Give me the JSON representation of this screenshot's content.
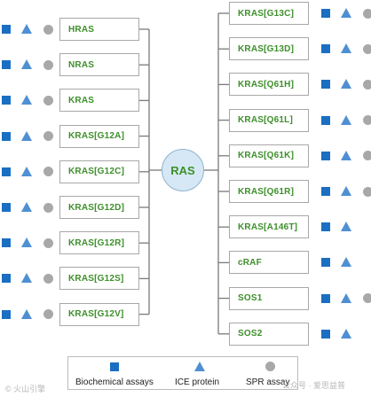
{
  "hub": {
    "label": "RAS"
  },
  "left_nodes": [
    {
      "label": "HRAS",
      "assays": [
        "biochemical",
        "ice",
        "spr"
      ]
    },
    {
      "label": "NRAS",
      "assays": [
        "biochemical",
        "ice",
        "spr"
      ]
    },
    {
      "label": "KRAS",
      "assays": [
        "biochemical",
        "ice",
        "spr"
      ]
    },
    {
      "label": "KRAS[G12A]",
      "assays": [
        "biochemical",
        "ice",
        "spr"
      ]
    },
    {
      "label": "KRAS[G12C]",
      "assays": [
        "biochemical",
        "ice",
        "spr"
      ]
    },
    {
      "label": "KRAS[G12D]",
      "assays": [
        "biochemical",
        "ice",
        "spr"
      ]
    },
    {
      "label": "KRAS[G12R]",
      "assays": [
        "biochemical",
        "ice",
        "spr"
      ]
    },
    {
      "label": "KRAS[G12S]",
      "assays": [
        "biochemical",
        "ice",
        "spr"
      ]
    },
    {
      "label": "KRAS[G12V]",
      "assays": [
        "biochemical",
        "ice",
        "spr"
      ]
    }
  ],
  "right_nodes": [
    {
      "label": "KRAS[G13C]",
      "assays": [
        "biochemical",
        "ice",
        "spr"
      ]
    },
    {
      "label": "KRAS[G13D]",
      "assays": [
        "biochemical",
        "ice",
        "spr"
      ]
    },
    {
      "label": "KRAS[Q61H]",
      "assays": [
        "biochemical",
        "ice",
        "spr"
      ]
    },
    {
      "label": "KRAS[Q61L]",
      "assays": [
        "biochemical",
        "ice",
        "spr"
      ]
    },
    {
      "label": "KRAS[Q61K]",
      "assays": [
        "biochemical",
        "ice",
        "spr"
      ]
    },
    {
      "label": "KRAS[Q61R]",
      "assays": [
        "biochemical",
        "ice",
        "spr"
      ]
    },
    {
      "label": "KRAS[A146T]",
      "assays": [
        "biochemical",
        "ice"
      ]
    },
    {
      "label": "cRAF",
      "assays": [
        "biochemical",
        "ice"
      ]
    },
    {
      "label": "SOS1",
      "assays": [
        "biochemical",
        "ice",
        "spr"
      ]
    },
    {
      "label": "SOS2",
      "assays": [
        "biochemical",
        "ice"
      ]
    }
  ],
  "legend": {
    "biochemical": "Biochemical assays",
    "ice": "ICE protein",
    "spr": "SPR assay"
  },
  "watermark": {
    "bottom_left": "© 火山引擎",
    "bottom_right": "公众号 · 爱思益普"
  },
  "colors": {
    "square": "#1a6fc2",
    "triangle": "#4f8fd3",
    "dot": "#a8a8a8",
    "label_text": "#3d8f2a",
    "hub_fill": "#d6e8f5"
  }
}
